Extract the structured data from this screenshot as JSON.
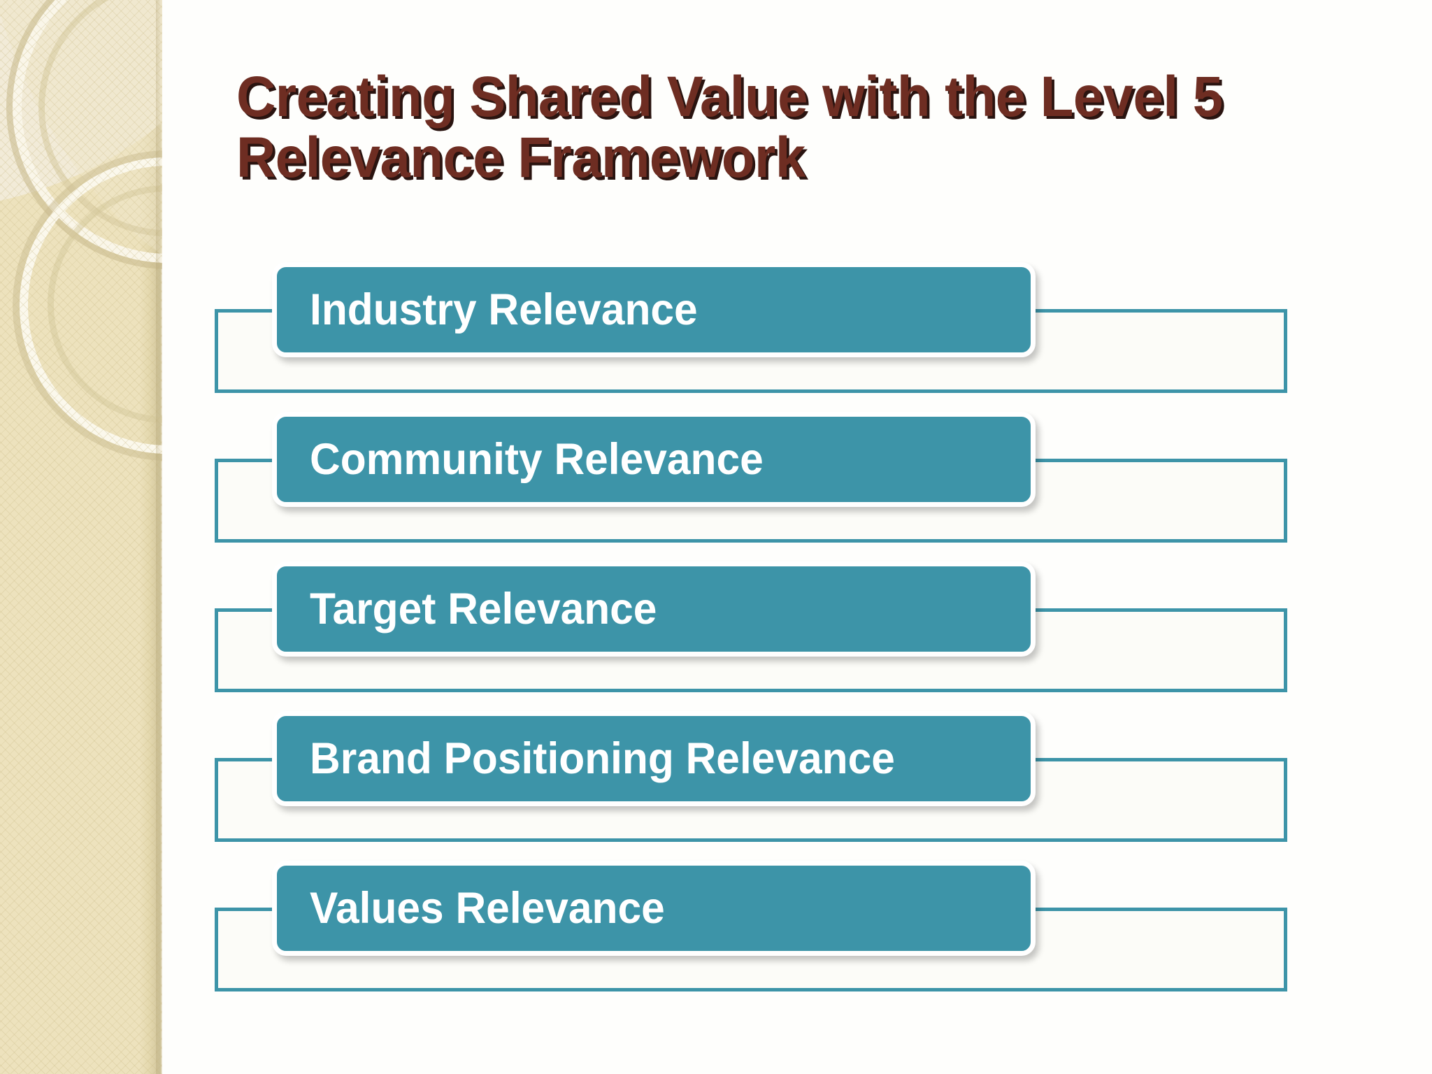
{
  "slide": {
    "title": "Creating Shared Value with the Level 5 Relevance Framework",
    "background_color": "#FEFEFC",
    "title_color": "#6E2D22",
    "title_shadow_color": "#2A1410"
  },
  "sidebar": {
    "name": "decorative-sidebar",
    "background_color": "#EDE2BD",
    "accent_color": "#FAF6E9",
    "decorations": [
      "ring-outer-top",
      "ring-inner-top",
      "ring-outer-bottom",
      "ring-inner-bottom",
      "wedge"
    ]
  },
  "framework": {
    "accent_color": "#3D94A8",
    "label_color": "#FFFFFF",
    "outline_color": "#3D94A8",
    "items": [
      {
        "label": "Industry Relevance"
      },
      {
        "label": "Community Relevance"
      },
      {
        "label": "Target Relevance"
      },
      {
        "label": "Brand Positioning Relevance"
      },
      {
        "label": "Values Relevance"
      }
    ]
  }
}
